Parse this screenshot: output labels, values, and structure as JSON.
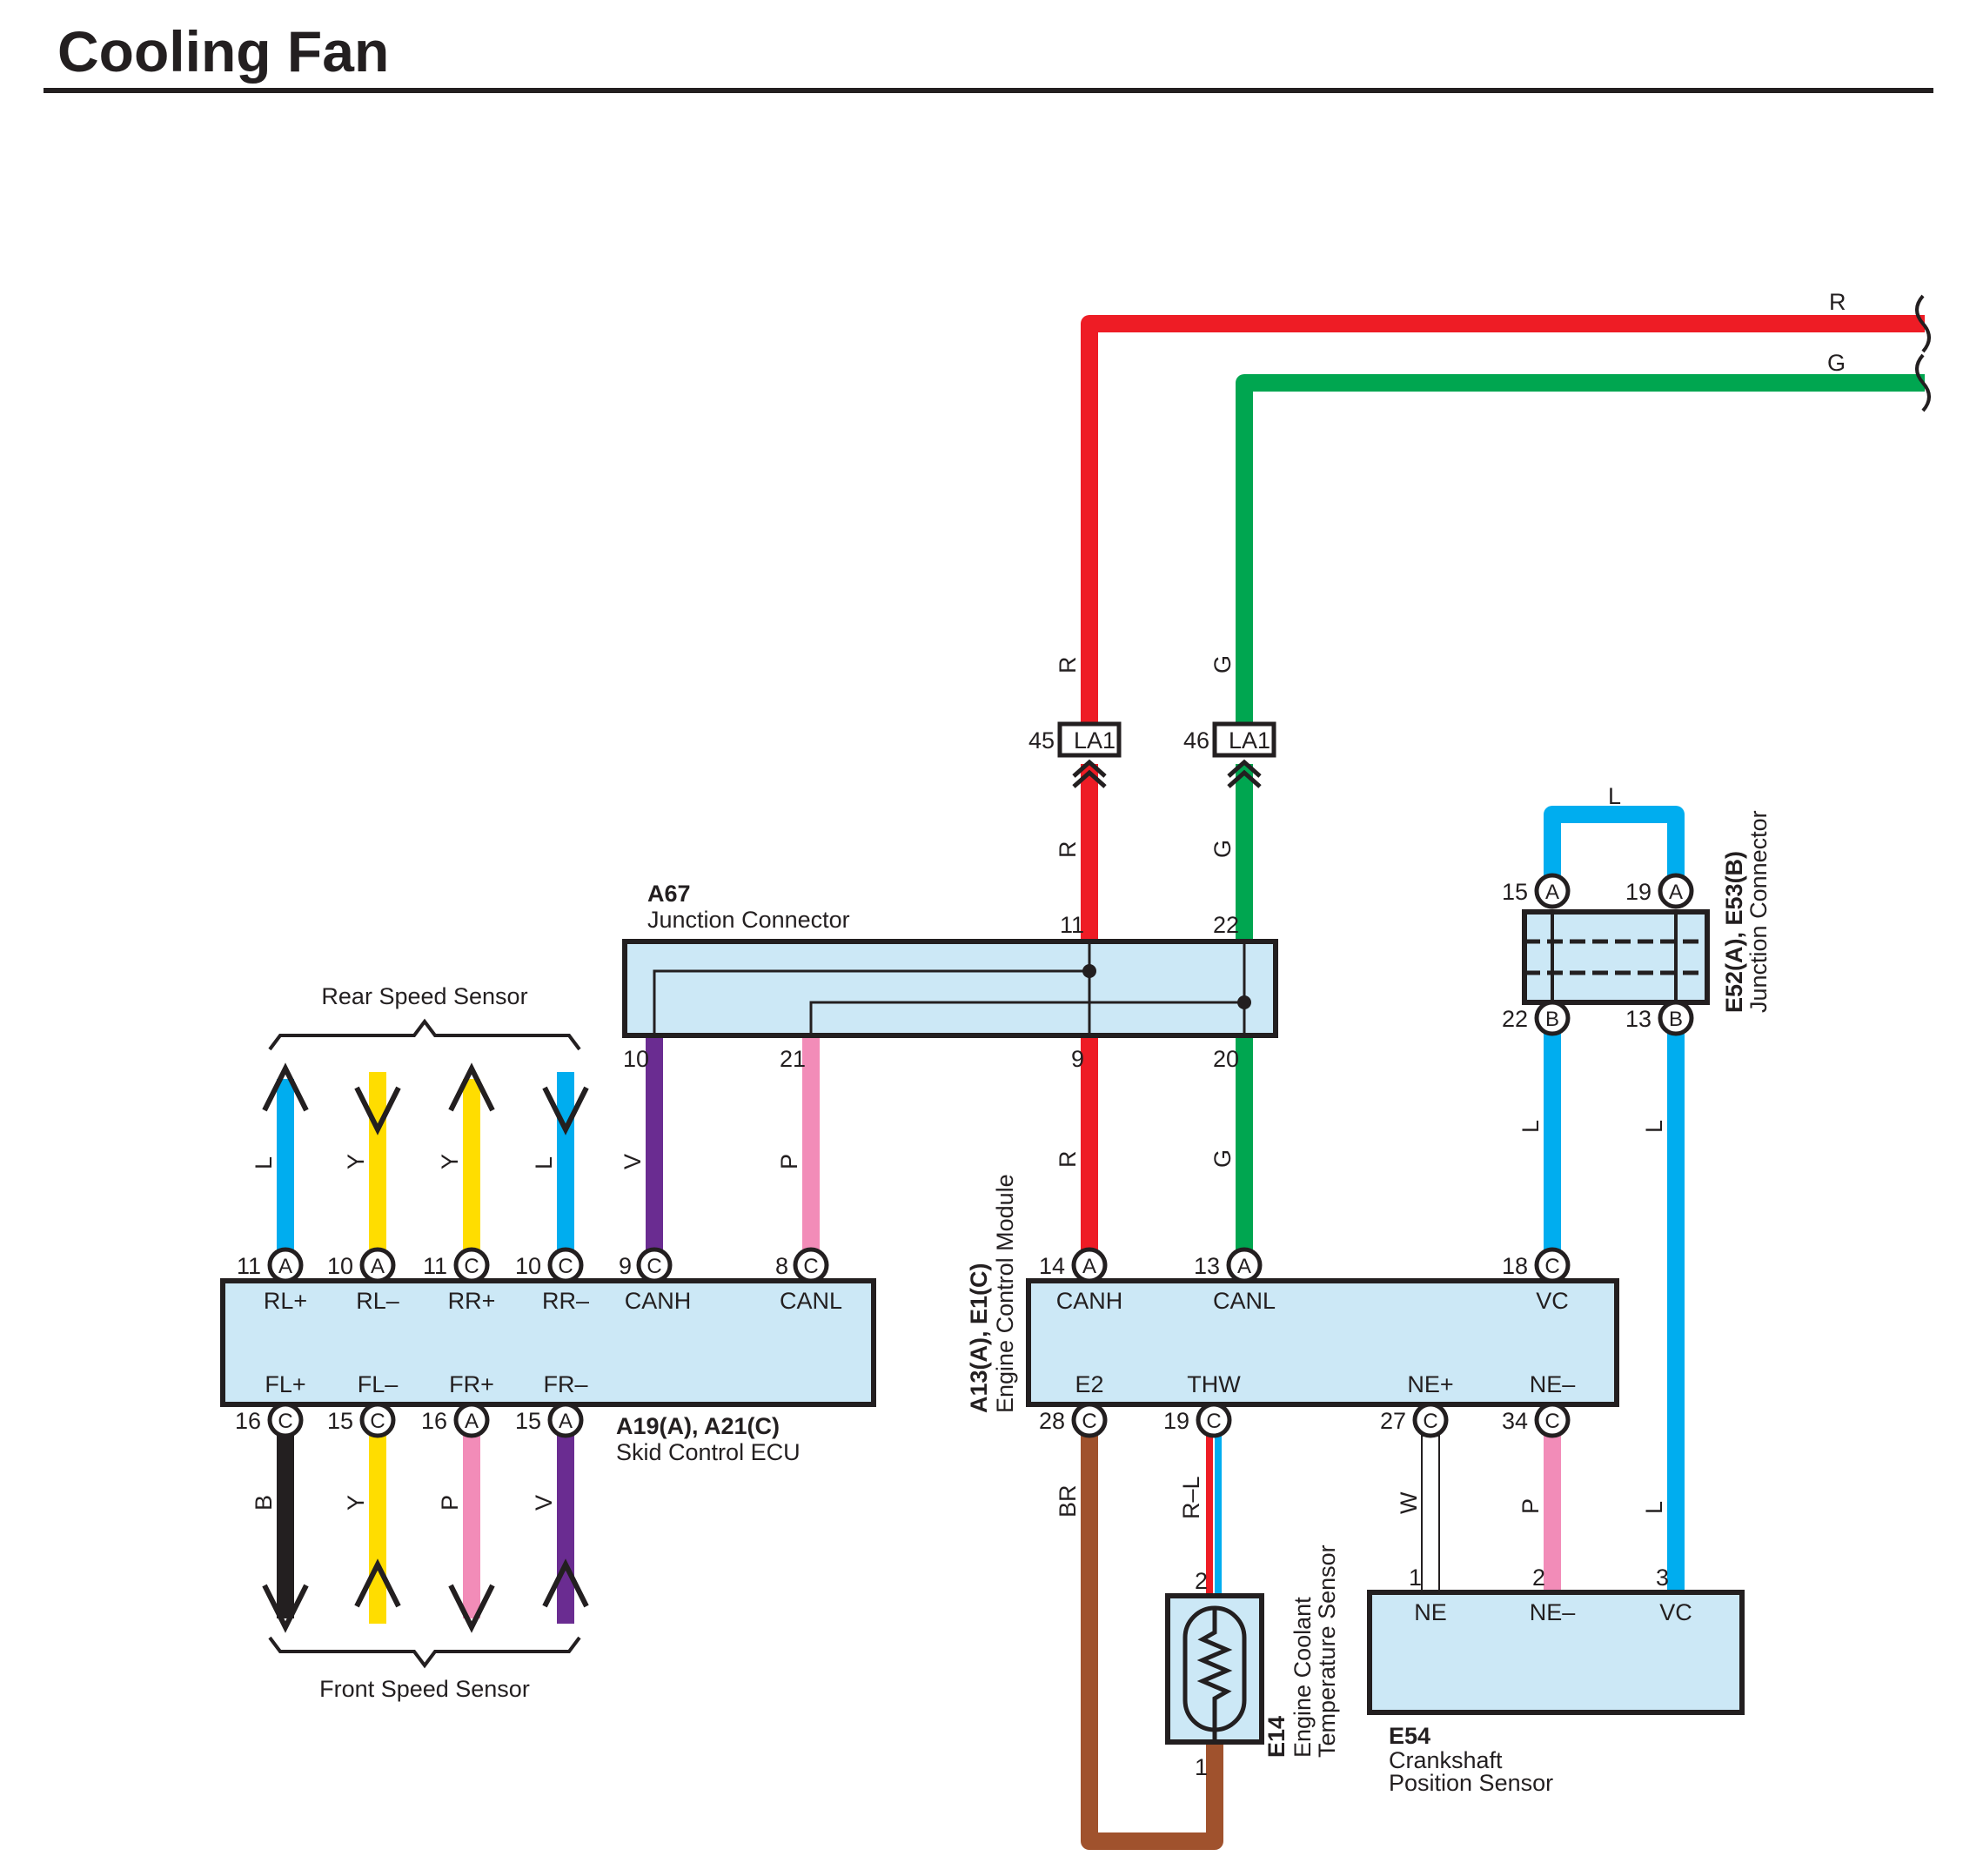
{
  "title": "Cooling Fan",
  "colors": {
    "R": "#ee1c25",
    "G": "#00a650",
    "L": "#00adef",
    "Y": "#ffdd00",
    "V": "#6a2c91",
    "P": "#f28cb8",
    "B": "#231f20",
    "BR": "#a0522d",
    "W": "#ffffff",
    "box_fill": "#cce8f6"
  },
  "offpage": {
    "r": "R",
    "g": "G"
  },
  "la1": {
    "pin_r": "45",
    "pin_g": "46",
    "label": "LA1"
  },
  "wire_labels": {
    "r_upper": "R",
    "g_upper": "G",
    "r_mid": "R",
    "g_mid": "G",
    "r_low": "R",
    "g_low": "G",
    "l_bridge": "L",
    "l_left": "L",
    "l_right": "L",
    "rl_plus": "L",
    "rl_minus": "Y",
    "rr_plus": "Y",
    "rr_minus": "L",
    "canh": "V",
    "canl": "P",
    "fl_plus": "B",
    "fl_minus": "Y",
    "fr_plus": "P",
    "fr_minus": "V",
    "e2": "BR",
    "thw": "R–L",
    "ne_plus": "W",
    "ne_minus": "P",
    "vc": "L"
  },
  "a67": {
    "code": "A67",
    "name": "Junction Connector",
    "pins": {
      "p11": "11",
      "p22": "22",
      "p10": "10",
      "p21": "21",
      "p9": "9",
      "p20": "20"
    }
  },
  "skid_ecu": {
    "code": "A19(A), A21(C)",
    "name": "Skid Control ECU",
    "top_pins": [
      {
        "num": "11",
        "letter": "A",
        "label": "RL+"
      },
      {
        "num": "10",
        "letter": "A",
        "label": "RL–"
      },
      {
        "num": "11",
        "letter": "C",
        "label": "RR+"
      },
      {
        "num": "10",
        "letter": "C",
        "label": "RR–"
      },
      {
        "num": "9",
        "letter": "C",
        "label": "CANH"
      },
      {
        "num": "8",
        "letter": "C",
        "label": "CANL"
      }
    ],
    "bottom_pins": [
      {
        "num": "16",
        "letter": "C",
        "label": "FL+"
      },
      {
        "num": "15",
        "letter": "C",
        "label": "FL–"
      },
      {
        "num": "16",
        "letter": "A",
        "label": "FR+"
      },
      {
        "num": "15",
        "letter": "A",
        "label": "FR–"
      }
    ],
    "rear_sensor": "Rear Speed Sensor",
    "front_sensor": "Front Speed Sensor"
  },
  "ecm": {
    "code": "A13(A), E1(C)",
    "name": "Engine Control Module",
    "top_pins": [
      {
        "num": "14",
        "letter": "A",
        "label": "CANH"
      },
      {
        "num": "13",
        "letter": "A",
        "label": "CANL"
      },
      {
        "num": "18",
        "letter": "C",
        "label": "VC"
      }
    ],
    "bottom_pins": [
      {
        "num": "28",
        "letter": "C",
        "label": "E2"
      },
      {
        "num": "19",
        "letter": "C",
        "label": "THW"
      },
      {
        "num": "27",
        "letter": "C",
        "label": "NE+"
      },
      {
        "num": "34",
        "letter": "C",
        "label": "NE–"
      }
    ]
  },
  "jc_e52": {
    "code": "E52(A), E53(B)",
    "name": "Junction Connector",
    "pins": [
      {
        "num": "15",
        "letter": "A"
      },
      {
        "num": "19",
        "letter": "A"
      },
      {
        "num": "22",
        "letter": "B"
      },
      {
        "num": "13",
        "letter": "B"
      }
    ]
  },
  "e14": {
    "code": "E14",
    "name1": "Engine Coolant",
    "name2": "Temperature Sensor",
    "pin_top": "2",
    "pin_bottom": "1"
  },
  "e54": {
    "code": "E54",
    "name1": "Crankshaft",
    "name2": "Position Sensor",
    "pins": [
      {
        "num": "1",
        "label": "NE"
      },
      {
        "num": "2",
        "label": "NE–"
      },
      {
        "num": "3",
        "label": "VC"
      }
    ]
  }
}
